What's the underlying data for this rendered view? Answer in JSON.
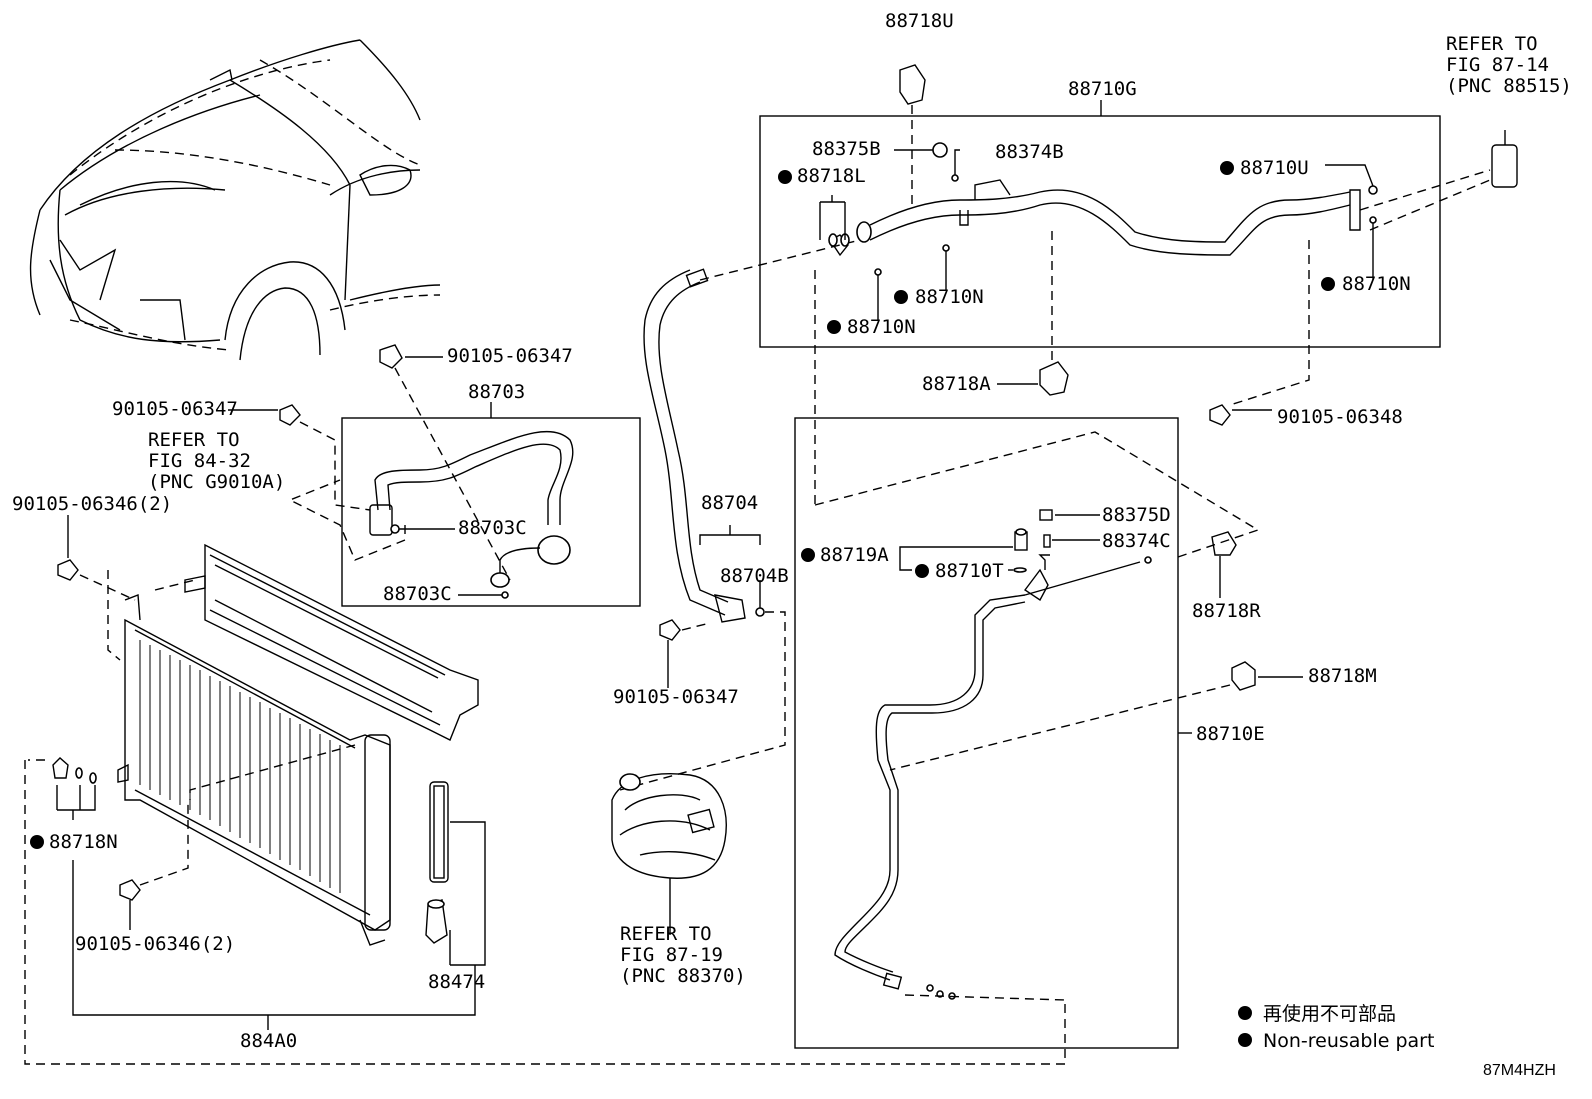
{
  "labels": {
    "p88718U": "88718U",
    "p88710G": "88710G",
    "p88375B": "88375B",
    "p88374B": "88374B",
    "p88718L": "88718L",
    "p88710U": "88710U",
    "p88710N_a": "88710N",
    "p88710N_b": "88710N",
    "p88710N_c": "88710N",
    "p88718A": "88718A",
    "p90105_06347_a": "90105-06347",
    "p90105_06347_b": "90105-06347",
    "p90105_06347_c": "90105-06347",
    "p90105_06348": "90105-06348",
    "p90105_06346_a": "90105-06346(2)",
    "p90105_06346_b": "90105-06346(2)",
    "p88703": "88703",
    "p88703C_a": "88703C",
    "p88703C_b": "88703C",
    "p88704": "88704",
    "p88704B": "88704B",
    "p88375D": "88375D",
    "p88374C": "88374C",
    "p88719A": "88719A",
    "p88710T": "88710T",
    "p88718R": "88718R",
    "p88718M": "88718M",
    "p88710E": "88710E",
    "p88718N": "88718N",
    "p88474": "88474",
    "p884A0": "884A0"
  },
  "references": {
    "ref_87_14": [
      "REFER TO",
      "FIG 87-14",
      "(PNC 88515)"
    ],
    "ref_84_32": [
      "REFER TO",
      "FIG 84-32",
      "(PNC G9010A)"
    ],
    "ref_87_19": [
      "REFER TO",
      "FIG 87-19",
      "(PNC 88370)"
    ]
  },
  "legend": {
    "jp": "再使用不可部品",
    "en": "Non-reusable part"
  },
  "diagram_code": "87M4HZH"
}
